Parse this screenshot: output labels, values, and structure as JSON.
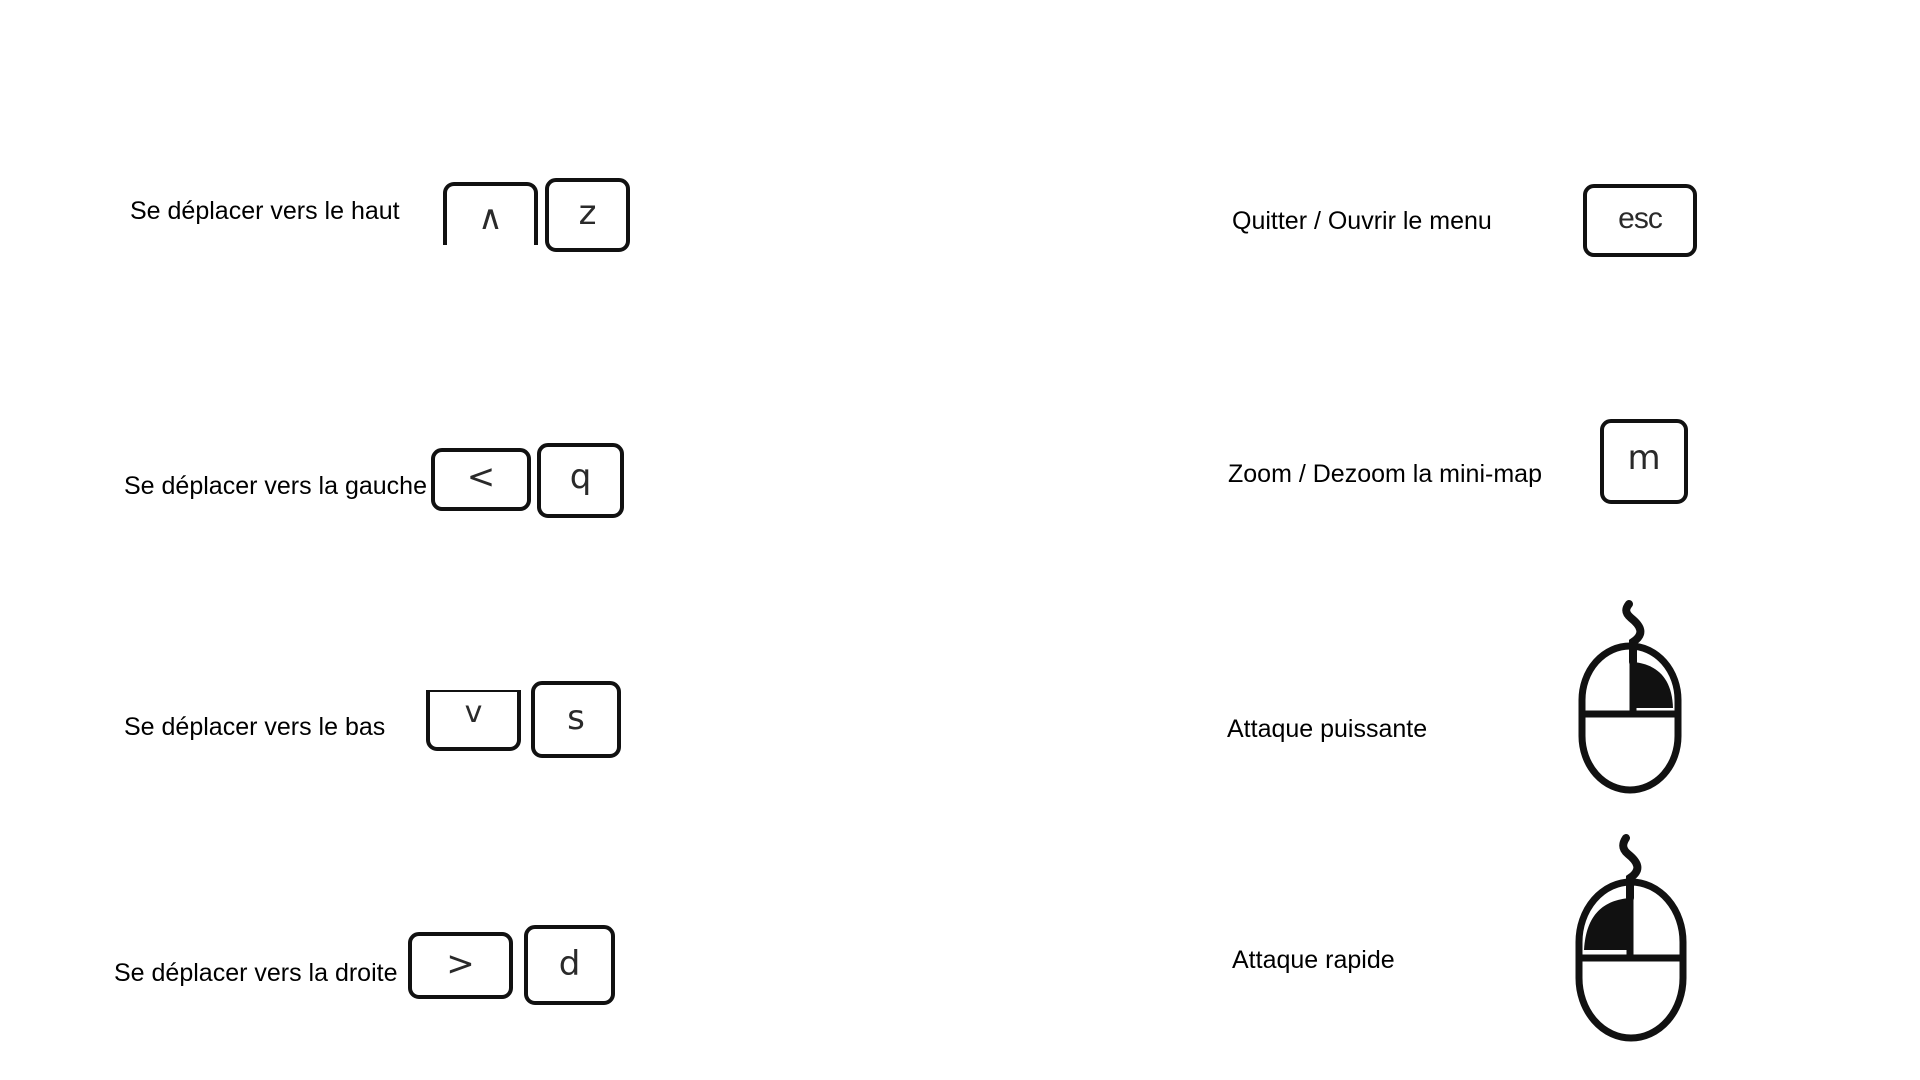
{
  "movement": [
    {
      "label": "Se déplacer vers le haut",
      "arrow_key": "∧",
      "letter_key": "z",
      "arrow_icon": "arrow-up-icon"
    },
    {
      "label": "Se déplacer vers la gauche",
      "arrow_key": "<",
      "letter_key": "q",
      "arrow_icon": "arrow-left-icon"
    },
    {
      "label": "Se déplacer vers le bas",
      "arrow_key": "v",
      "letter_key": "s",
      "arrow_icon": "arrow-down-icon"
    },
    {
      "label": "Se déplacer vers la droite",
      "arrow_key": ">",
      "letter_key": "d",
      "arrow_icon": "arrow-right-icon"
    }
  ],
  "actions": {
    "menu": {
      "label": "Quitter / Ouvrir le menu",
      "key": "esc"
    },
    "minimap": {
      "label": "Zoom / Dezoom la mini-map",
      "key": "m"
    },
    "heavy_attack": {
      "label": "Attaque puissante",
      "icon": "mouse-right-click-icon"
    },
    "quick_attack": {
      "label": "Attaque rapide",
      "icon": "mouse-left-click-icon"
    }
  },
  "colors": {
    "background": "#ffffff",
    "ink": "#111111"
  }
}
